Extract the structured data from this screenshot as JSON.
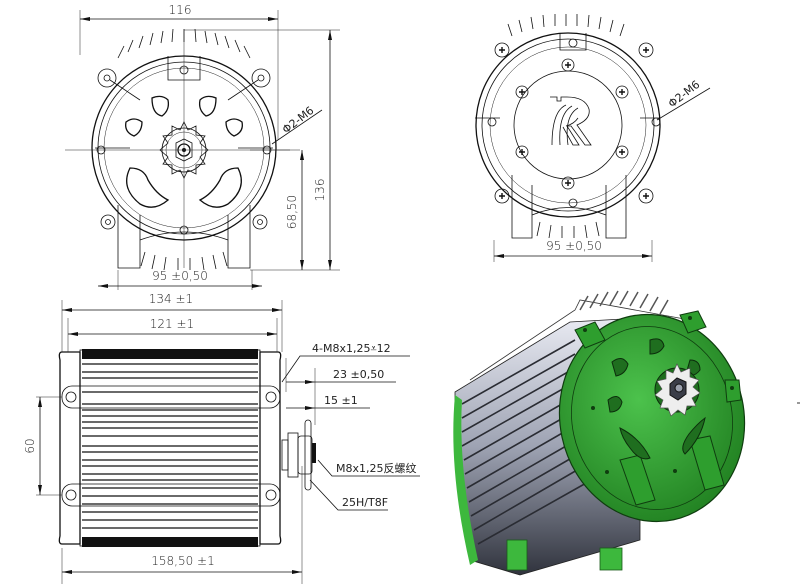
{
  "drawing": {
    "subject": "Electric motor outline dimension drawing",
    "views": {
      "front_drive_end": {
        "dimensions": {
          "overall_width": "116",
          "overall_height": "136",
          "center_height": "68,50",
          "foot_span": "95 ±0,50",
          "mount_hole_callout": "Φ2-M6"
        }
      },
      "rear_cover": {
        "dimensions": {
          "foot_span": "95 ±0,50",
          "mount_hole_callout": "Φ2-M6"
        },
        "logo_letter": "R"
      },
      "side": {
        "dimensions": {
          "body_length": "134 ±1",
          "fin_length": "121 ±1",
          "overall_length": "158,50 ±1",
          "hole_spacing": "60",
          "sprocket_offset": "23 ±0,50",
          "shaft_offset": "15 ±1",
          "tapped_holes": "4-M8x1,25⩡12",
          "shaft_thread": "M8x1,25反螺纹",
          "sprocket_spec": "25H/T8F"
        }
      },
      "isometric": {
        "end_cover_color": "#2e9e2e",
        "housing_color": "#b8bcc8",
        "sprocket_color": "#e8e8e8"
      }
    }
  }
}
